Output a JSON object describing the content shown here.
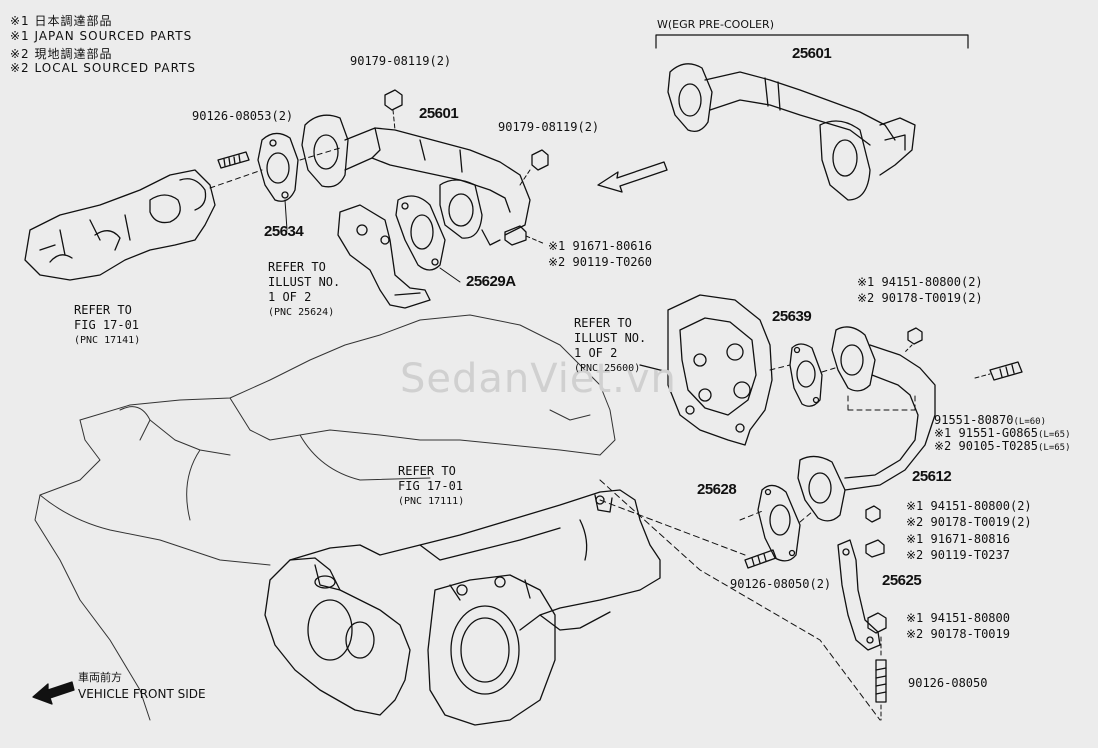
{
  "notes": [
    "※1 日本調達部品",
    "※1 JAPAN SOURCED PARTS",
    "※2 現地調達部品",
    "※2 LOCAL SOURCED PARTS"
  ],
  "watermark": "SedanViet.vn",
  "front": {
    "jp": "車両前方",
    "en": "VEHICLE FRONT SIDE"
  },
  "egr_cooler_label": "W(EGR PRE-COOLER)",
  "labels": {
    "p25601_top": "25601",
    "p25601_main": "25601",
    "p90179_a": "90179-08119(2)",
    "p90179_b": "90179-08119(2)",
    "p90126_a": "90126-08053(2)",
    "p25634": "25634",
    "p25629a": "25629A",
    "p91671_80616": "※1 91671-80616",
    "p90119_t0260": "※2 90119-T0260",
    "p94151_a": "※1 94151-80800(2)",
    "p90178_a": "※2 90178-T0019(2)",
    "p25639": "25639",
    "p91551_80870": "91551-80870",
    "p91551_80870_note": "(L=60)",
    "p91551_g0865": "※1 91551-G0865",
    "p91551_g0865_note": "(L=65)",
    "p90105_t0285": "※2 90105-T0285",
    "p90105_t0285_note": "(L=65)",
    "p25612": "25612",
    "p25628": "25628",
    "p94151_b": "※1 94151-80800(2)",
    "p90178_b": "※2 90178-T0019(2)",
    "p91671_80816": "※1 91671-80816",
    "p90119_t0237": "※2 90119-T0237",
    "p25625": "25625",
    "p90126_b": "90126-08050(2)",
    "p94151_c": "※1 94151-80800",
    "p90178_c": "※2 90178-T0019",
    "p90126_c": "90126-08050"
  },
  "refs": {
    "r17141": [
      "REFER TO",
      "FIG 17-01",
      "(PNC 17141)"
    ],
    "r25624": [
      "REFER TO",
      "ILLUST NO.",
      "1 OF 2",
      "(PNC 25624)"
    ],
    "r25600": [
      "REFER TO",
      "ILLUST NO.",
      "1 OF 2",
      "(PNC 25600)"
    ],
    "r17111": [
      "REFER TO",
      "FIG 17-01",
      "(PNC 17111)"
    ]
  }
}
